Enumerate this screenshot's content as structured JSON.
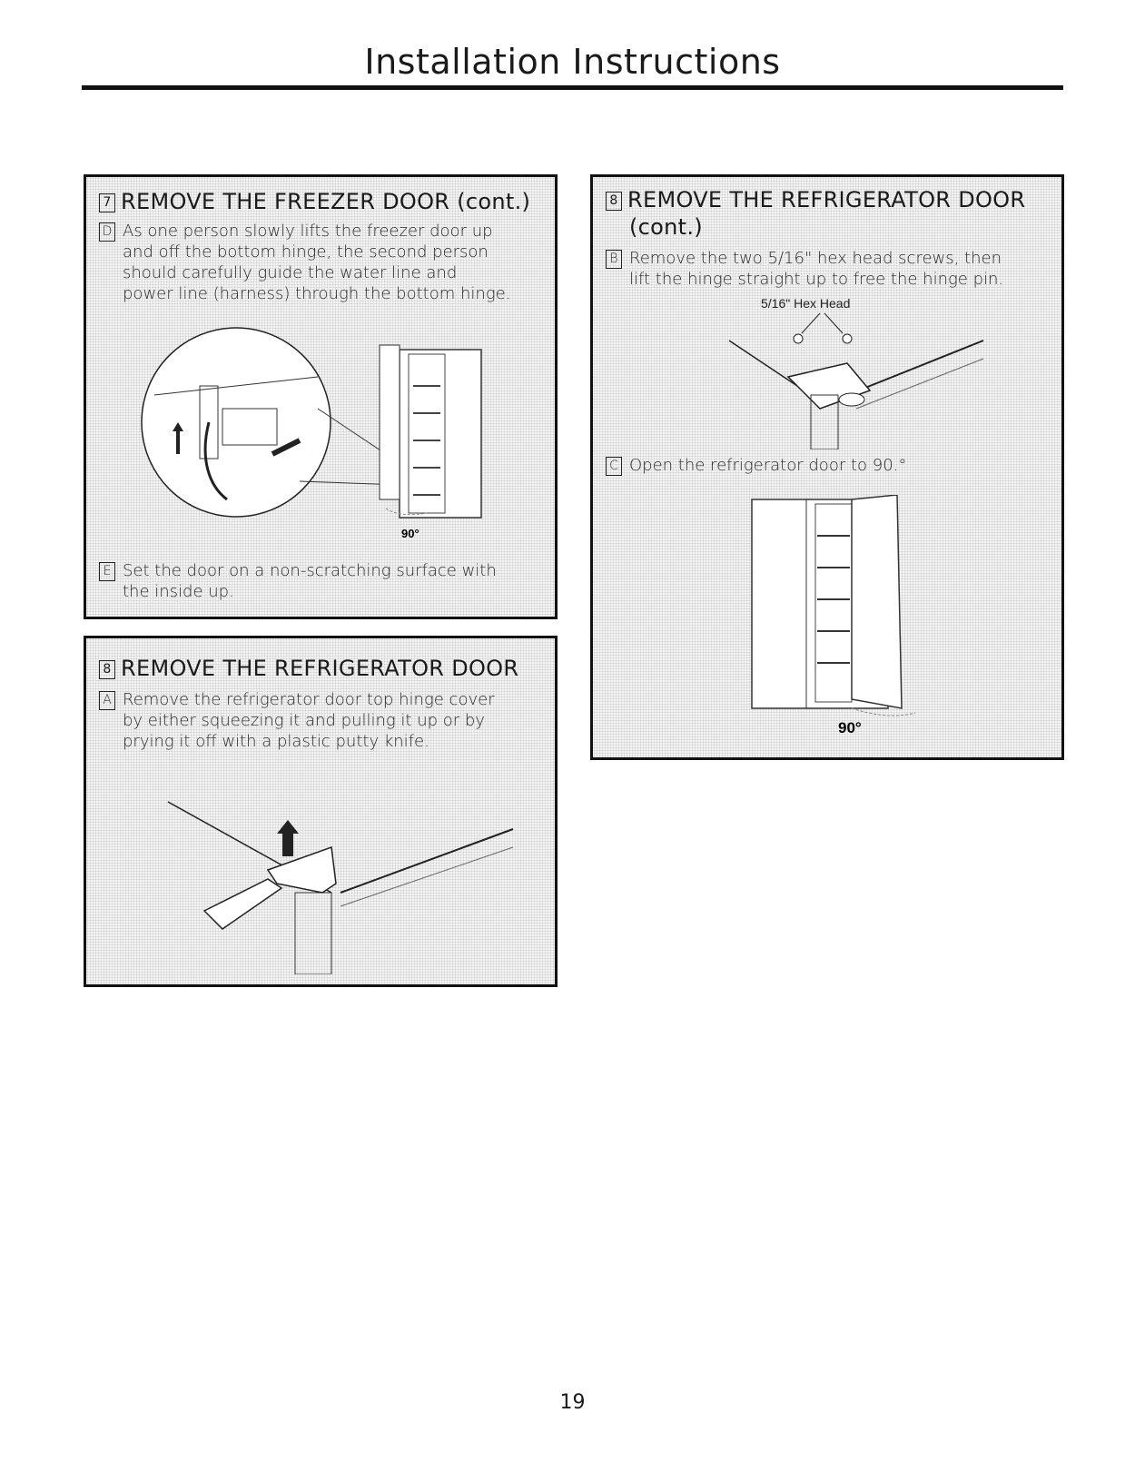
{
  "page": {
    "title": "Installation Instructions",
    "number": "19"
  },
  "sections": {
    "freezer": {
      "number": "7",
      "heading": "REMOVE THE FREEZER DOOR (cont.)",
      "step_d_letter": "D",
      "step_d_text": [
        "As one person slowly lifts the freezer door up",
        "and off the bottom hinge, the second person",
        "should carefully guide the water line and",
        "power line (harness) through the bottom hinge."
      ],
      "angle_label": "90°",
      "step_e_letter": "E",
      "step_e_text": [
        "Set the door on a non-scratching surface with",
        "the inside up."
      ]
    },
    "fridge_a": {
      "number": "8",
      "heading": "REMOVE THE REFRIGERATOR DOOR",
      "step_a_letter": "A",
      "step_a_text": [
        "Remove the refrigerator door top hinge cover",
        "by either squeezing it and pulling it up or by",
        "prying it off with a plastic putty knife."
      ]
    },
    "fridge_b": {
      "number": "8",
      "heading_line1": "REMOVE THE REFRIGERATOR DOOR",
      "heading_line2": "(cont.)",
      "step_b_letter": "B",
      "step_b_text": [
        "Remove the two 5/16\" hex head screws, then",
        "lift the hinge straight up to free the hinge pin."
      ],
      "hex_label": "5/16\" Hex Head",
      "step_c_letter": "C",
      "step_c_text": "Open the refrigerator door to 90.°",
      "angle_label": "90°"
    }
  }
}
